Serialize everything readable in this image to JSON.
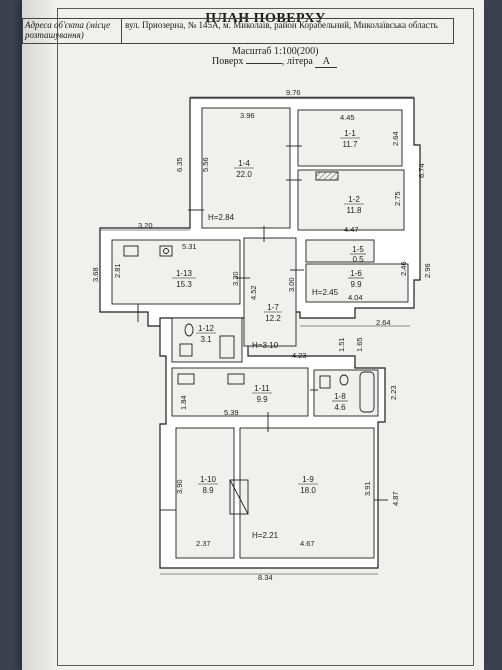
{
  "header": {
    "title": "ПЛАН ПОВЕРХУ",
    "address_label": "Адреса об'єкта (місце розташування)",
    "address_value": "вул. Приозерна, № 145А, м. Миколаїв, район Корабельний, Миколаївська область",
    "scale": "Масштаб 1:100(200)",
    "floor_prefix": "Поверх",
    "floor_value": "",
    "litera_prefix": ", літера",
    "litera_value": "А"
  },
  "rooms": [
    {
      "id": "1-1",
      "number": "1-1",
      "area": "11.7"
    },
    {
      "id": "1-2",
      "number": "1-2",
      "area": "11.8"
    },
    {
      "id": "1-4",
      "number": "1-4",
      "area": "22.0"
    },
    {
      "id": "1-5",
      "number": "1-5",
      "area": "0.5"
    },
    {
      "id": "1-6",
      "number": "1-6",
      "area": "9.9"
    },
    {
      "id": "1-13",
      "number": "1-13",
      "area": "15.3"
    },
    {
      "id": "1-7",
      "number": "1-7",
      "area": "12.2"
    },
    {
      "id": "1-12",
      "number": "1-12",
      "area": "3.1"
    },
    {
      "id": "1-11",
      "number": "1-11",
      "area": "9.9"
    },
    {
      "id": "1-8",
      "number": "1-8",
      "area": "4.6"
    },
    {
      "id": "1-10",
      "number": "1-10",
      "area": "8.9"
    },
    {
      "id": "1-9",
      "number": "1-9",
      "area": "18.0"
    }
  ],
  "heights": {
    "h1": "H=2.84",
    "h2": "H=2.45",
    "h3": "H=3.10",
    "h4": "H=2.21"
  },
  "dimensions": {
    "top_total": "9.76",
    "r14_top": "3.96",
    "r11_top": "4.45",
    "r14_left": "6.35",
    "r14_inner": "5.56",
    "r11_right": "2.64",
    "right_upper": "6.74",
    "r12_right": "2.75",
    "r13_top_ext": "3.20",
    "r13_top": "5.31",
    "r15_top": "4.47",
    "left_ext": "3.68",
    "r13_left": "2.81",
    "r13_right": "3.30",
    "corr_a": "4.52",
    "corr_b": "3.00",
    "r16_right": "2.46",
    "right_mid": "2.96",
    "r16_bottom": "4.04",
    "r16_ext": "2.64",
    "step_a": "1.51",
    "step_b": "1.65",
    "r17_bottom": "4.23",
    "r111_left": "1.84",
    "r18_right": "2.23",
    "r111_bottom": "5.39",
    "r110_left": "3.90",
    "r19_right": "3.91",
    "right_lower": "4.87",
    "r110_bottom": "2.37",
    "r19_bottom": "4.67",
    "bottom_total": "8.34"
  },
  "colors": {
    "paper": "#f0f0ee",
    "wall": "#ffffff",
    "ink": "#1e1e1e",
    "background": "#3c4150"
  }
}
